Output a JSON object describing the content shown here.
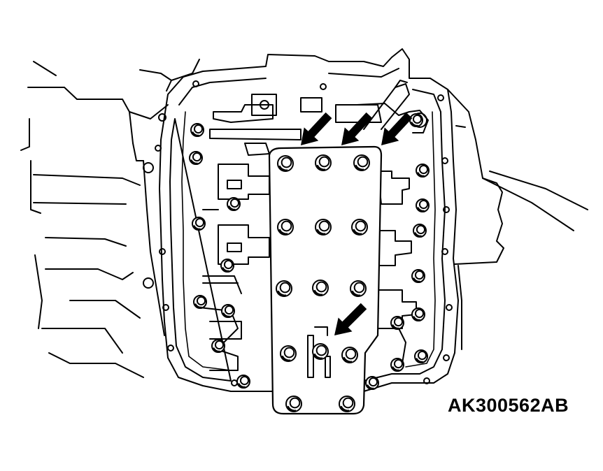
{
  "figure": {
    "code": "AK300562AB"
  },
  "colors": {
    "line": "#000000",
    "background": "#ffffff"
  },
  "bolts": {
    "plate_bolts_count": 14,
    "perimeter_bolts_count": 20
  },
  "arrows": {
    "count": 4,
    "icon": "arrow-icon"
  }
}
